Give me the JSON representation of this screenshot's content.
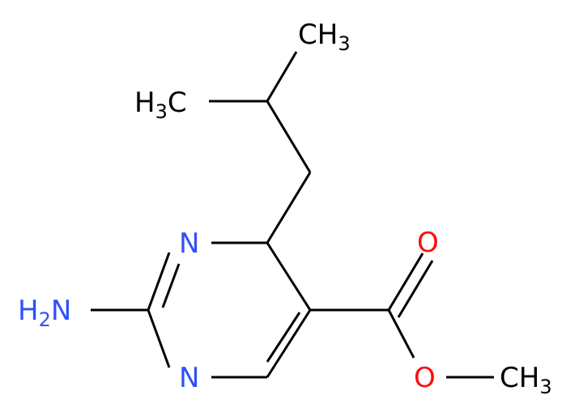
{
  "colors": {
    "bond": "#000000",
    "carbon": "#000000",
    "nitrogen": "#3050F8",
    "oxygen": "#FF0D0D"
  },
  "labels": {
    "ch3_top": {
      "main": "CH",
      "sub": "3"
    },
    "h3c_left": {
      "h": "H",
      "sub": "3",
      "c": "C"
    },
    "n_ring_top": "N",
    "n_ring_bottom": "N",
    "nh2": {
      "h": "H",
      "sub": "2",
      "n": "N"
    },
    "o_carbonyl": "O",
    "o_ester": "O",
    "ch3_methyl": {
      "main": "CH",
      "sub": "3"
    }
  }
}
